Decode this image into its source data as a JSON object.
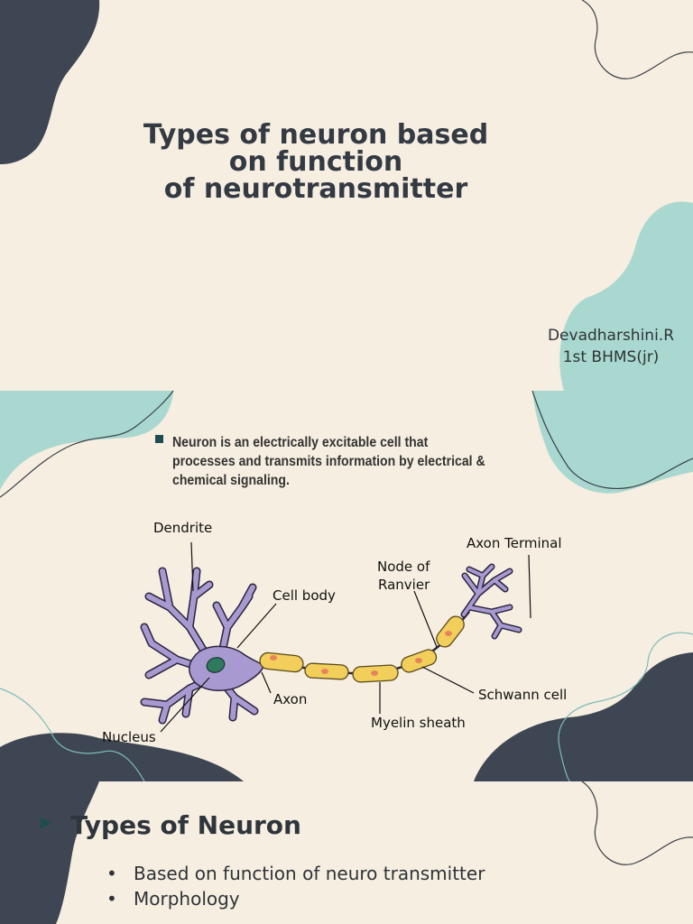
{
  "slide1": {
    "title_lines": [
      "Types of neuron based",
      "on function",
      "of neurotransmitter"
    ],
    "author": "Devadharshini.R",
    "course": "1st BHMS(jr)"
  },
  "slide2": {
    "bullet": "Neuron is an electrically excitable cell that processes and transmits information by electrical & chemical signaling.",
    "diagram_labels": {
      "dendrite": "Dendrite",
      "cell_body": "Cell body",
      "node_of_ranvier_1": "Node of",
      "node_of_ranvier_2": "Ranvier",
      "axon_terminal": "Axon Terminal",
      "axon": "Axon",
      "nucleus": "Nucleus",
      "myelin_sheath": "Myelin sheath",
      "schwann_cell": "Schwann cell"
    }
  },
  "slide3": {
    "heading": "Types of Neuron",
    "points": [
      "Based on function of neuro transmitter",
      "Morphology"
    ]
  },
  "colors": {
    "background": "#f6eee0",
    "dark_blob": "#3e4653",
    "teal_blob": "#a8d8d0",
    "cell": "#a89ad0",
    "myelin": "#f2cf5b"
  }
}
